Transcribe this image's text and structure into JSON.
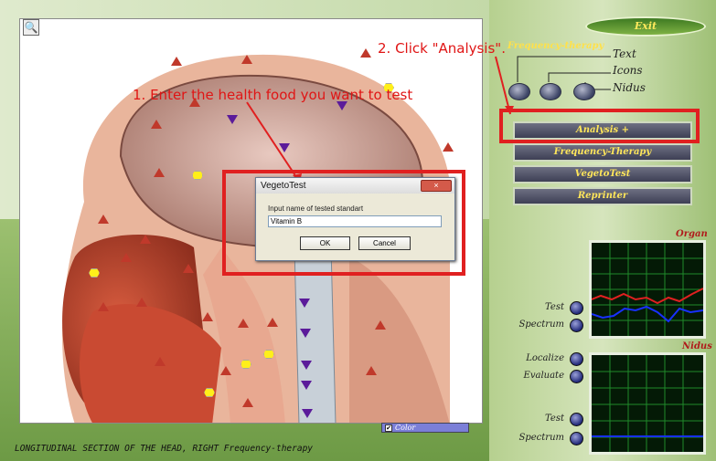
{
  "annotations": {
    "step1": "1. Enter the health food you want to test",
    "step2": "2. Click \"Analysis\"."
  },
  "dialog": {
    "title": "VegetoTest",
    "close": "×",
    "prompt": "Input name of tested standart",
    "input_value": "Vitamin B",
    "ok": "OK",
    "cancel": "Cancel"
  },
  "toolbar": {
    "exit": "Exit",
    "zoom": "🔍"
  },
  "legend": {
    "header": "Frequency-therapy",
    "items": [
      "Text",
      "Icons",
      "Nidus"
    ]
  },
  "menu": [
    "Analysis +",
    "Frequency-Therapy",
    "VegetoTest",
    "Reprinter"
  ],
  "organ_panel": {
    "title": "Organ",
    "labels": [
      "Test",
      "Spectrum"
    ],
    "colors": {
      "series_a": "#e02020",
      "series_b": "#1830ff"
    }
  },
  "nidus_panel": {
    "title": "Nidus",
    "labels": [
      "Localize",
      "Evaluate",
      "Test",
      "Spectrum"
    ]
  },
  "status": "LONGITUDINAL SECTION OF THE HEAD, RIGHT  Frequency-therapy",
  "color_toggle": {
    "label": "Color",
    "checked": "✔"
  }
}
